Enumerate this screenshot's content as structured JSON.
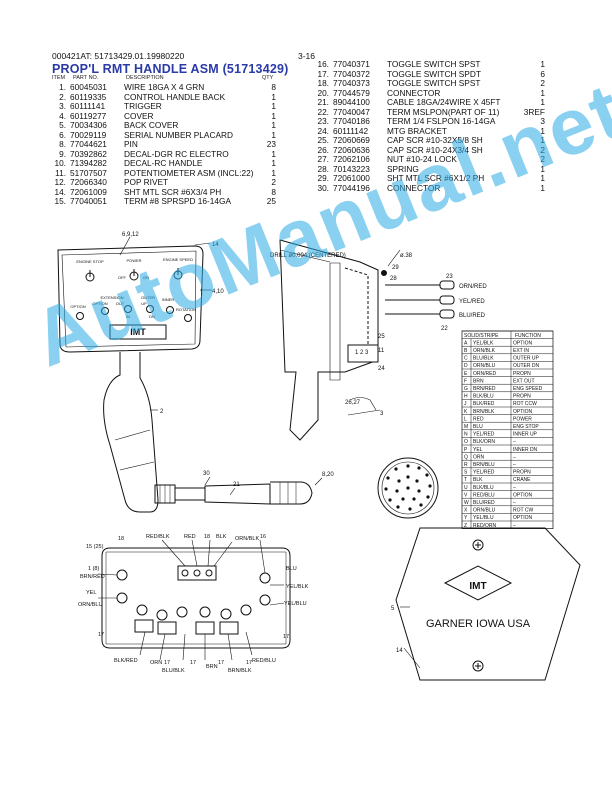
{
  "header": {
    "code": "000421AT: 51713429.01.19980220",
    "page": "3-16"
  },
  "title": "PROP'L RMT HANDLE ASM (51713429)",
  "columns": {
    "item": "ITEM",
    "part": "PART NO.",
    "desc": "DESCRIPTION",
    "qty": "QTY"
  },
  "parts_left": [
    {
      "no": "1.",
      "pn": "60045031",
      "desc": "WIRE 18GA X 4 GRN",
      "qty": "8"
    },
    {
      "no": "2.",
      "pn": "60119335",
      "desc": "CONTROL HANDLE BACK",
      "qty": "1"
    },
    {
      "no": "3.",
      "pn": "60111141",
      "desc": "TRIGGER",
      "qty": "1"
    },
    {
      "no": "4.",
      "pn": "60119277",
      "desc": "COVER",
      "qty": "1"
    },
    {
      "no": "5.",
      "pn": "70034306",
      "desc": "BACK COVER",
      "qty": "1"
    },
    {
      "no": "6.",
      "pn": "70029119",
      "desc": "SERIAL NUMBER PLACARD",
      "qty": "1"
    },
    {
      "no": "8.",
      "pn": "77044621",
      "desc": "PIN",
      "qty": "23"
    },
    {
      "no": "9.",
      "pn": "70392862",
      "desc": "DECAL-DGR RC ELECTRO",
      "qty": "1"
    },
    {
      "no": "10.",
      "pn": "71394282",
      "desc": "DECAL-RC HANDLE",
      "qty": "1"
    },
    {
      "no": "11.",
      "pn": "51707507",
      "desc": "POTENTIOMETER ASM (INCL:22)",
      "qty": "1"
    },
    {
      "no": "12.",
      "pn": "72066340",
      "desc": "POP RIVET",
      "qty": "2"
    },
    {
      "no": "14.",
      "pn": "72061009",
      "desc": "SHT MTL SCR #6X3/4 PH",
      "qty": "8"
    },
    {
      "no": "15.",
      "pn": "77040051",
      "desc": "TERM #8 SPRSPD 16-14GA",
      "qty": "25"
    }
  ],
  "parts_right": [
    {
      "no": "16.",
      "pn": "77040371",
      "desc": "TOGGLE SWITCH SPST",
      "qty": "1"
    },
    {
      "no": "17.",
      "pn": "77040372",
      "desc": "TOGGLE SWITCH SPDT",
      "qty": "6"
    },
    {
      "no": "18.",
      "pn": "77040373",
      "desc": "TOGGLE SWITCH SPST",
      "qty": "2"
    },
    {
      "no": "20.",
      "pn": "77044579",
      "desc": "CONNECTOR",
      "qty": "1"
    },
    {
      "no": "21.",
      "pn": "89044100",
      "desc": "CABLE 18GA/24WIRE X 45FT",
      "qty": "1"
    },
    {
      "no": "22.",
      "pn": "77040047",
      "desc": "TERM MSLPON(PART OF 11)",
      "qty": "3REF"
    },
    {
      "no": "23.",
      "pn": "77040186",
      "desc": "TERM 1/4 FSLPON 16-14GA",
      "qty": "3"
    },
    {
      "no": "24.",
      "pn": "60111142",
      "desc": "MTG BRACKET",
      "qty": "1"
    },
    {
      "no": "25.",
      "pn": "72060669",
      "desc": "CAP SCR #10-32X5/8 SH",
      "qty": "1"
    },
    {
      "no": "26.",
      "pn": "72060636",
      "desc": "CAP SCR #10-24X3/4 SH",
      "qty": "2"
    },
    {
      "no": "27.",
      "pn": "72062106",
      "desc": "NUT #10-24 LOCK",
      "qty": "2"
    },
    {
      "no": "28.",
      "pn": "70143223",
      "desc": "SPRING",
      "qty": "1"
    },
    {
      "no": "29.",
      "pn": "72061000",
      "desc": "SHT MTL SCR #6X1/2 PH",
      "qty": "1"
    },
    {
      "no": "30.",
      "pn": "77044196",
      "desc": "CONNECTOR",
      "qty": "1"
    }
  ],
  "wire_table": {
    "headers": [
      "SOLID/STRIPE",
      "FUNCTION"
    ],
    "rows": [
      [
        "A",
        "YEL/BLK",
        "OPTION"
      ],
      [
        "B",
        "ORN/BLK",
        "EXT IN"
      ],
      [
        "C",
        "BLU/BLK",
        "OUTER UP"
      ],
      [
        "D",
        "ORN/BLU",
        "OUTER DN"
      ],
      [
        "E",
        "ORN/RED",
        "PROPN"
      ],
      [
        "F",
        "BRN",
        "EXT OUT"
      ],
      [
        "G",
        "BRN/RED",
        "ENG SPEED"
      ],
      [
        "H",
        "BLK/BLU",
        "PROPN"
      ],
      [
        "J",
        "BLK/RED",
        "ROT CCW"
      ],
      [
        "K",
        "BRN/BLK",
        "OPTION"
      ],
      [
        "L",
        "RED",
        "POWER"
      ],
      [
        "M",
        "BLU",
        "ENG STOP"
      ],
      [
        "N",
        "YEL/RED",
        "INNER UP"
      ],
      [
        "O",
        "BLK/ORN",
        "–"
      ],
      [
        "P",
        "YEL",
        "INNER DN"
      ],
      [
        "Q",
        "ORN",
        "–"
      ],
      [
        "R",
        "BRN/BLU",
        "–"
      ],
      [
        "S",
        "YEL/RED",
        "PROPN"
      ],
      [
        "T",
        "BLK",
        "CRANE"
      ],
      [
        "U",
        "BLK/BLU",
        "–"
      ],
      [
        "V",
        "RED/BLU",
        "OPTION"
      ],
      [
        "W",
        "BLU/RED",
        "–"
      ],
      [
        "X",
        "ORN/BLU",
        "ROT CW"
      ],
      [
        "Y",
        "YEL/BLU",
        "OPTION"
      ],
      [
        "Z",
        "RED/ORN",
        "–"
      ]
    ]
  },
  "drawing": {
    "callout_top": "6,9,12",
    "c14": "14",
    "c410": "4,10",
    "c2": "2",
    "c30": "30",
    "c21": "21",
    "c820": "8,20",
    "drill": "DRILL ø0.094 (CENTERED)",
    "dim": "ø.38",
    "c29": "29",
    "c28": "28",
    "c23": "23",
    "c25": "25",
    "c11": "11",
    "c24": "24",
    "c2627": "26,27",
    "c3": "3",
    "c22": "22",
    "pot_pins": "1 2 3",
    "lead1": "ORN/RED",
    "lead2": "YEL/RED",
    "lead3": "BLU/RED",
    "panel_labels": {
      "engine_stop": "ENGINE STOP",
      "power": "POWER",
      "engine_speed": "ENGINE SPEED",
      "off": "OFF",
      "on": "ON",
      "extension": "EXTENSION",
      "outer": "OUTER",
      "inner": "INNER",
      "option": "OPTION",
      "rotation": "ROTATION",
      "out": "OUT",
      "in": "IN",
      "up": "UP",
      "dn": "DN",
      "logo": "IMT"
    },
    "wiring": {
      "red_blk": "RED/BLK",
      "red": "RED",
      "n18a": "18",
      "blk": "BLK",
      "orn_blk": "ORN/BLK",
      "n16": "16",
      "blu": "BLU",
      "n15_25": "15 (25)",
      "n1_8": "1 (8)",
      "brn_red": "BRN/RED",
      "yel": "YEL",
      "orn_blu": "ORN/BLU",
      "yel_blk": "YEL/BLK",
      "yel_blu": "YEL/BLU",
      "n18b": "18",
      "n17a": "17",
      "n17b": "17",
      "blk_red": "BLK/RED",
      "orn": "ORN",
      "blu_blk": "BLU/BLK",
      "brn": "BRN",
      "brn_blk": "BRN/BLK",
      "red_blu": "RED/BLU",
      "n17c": "17",
      "n17d": "17",
      "n17e": "17",
      "n17f": "17"
    },
    "back_cover": {
      "logo": "IMT",
      "text": "GARNER IOWA USA",
      "c5": "5",
      "c14": "14"
    }
  },
  "watermark": "AutoManual.net"
}
